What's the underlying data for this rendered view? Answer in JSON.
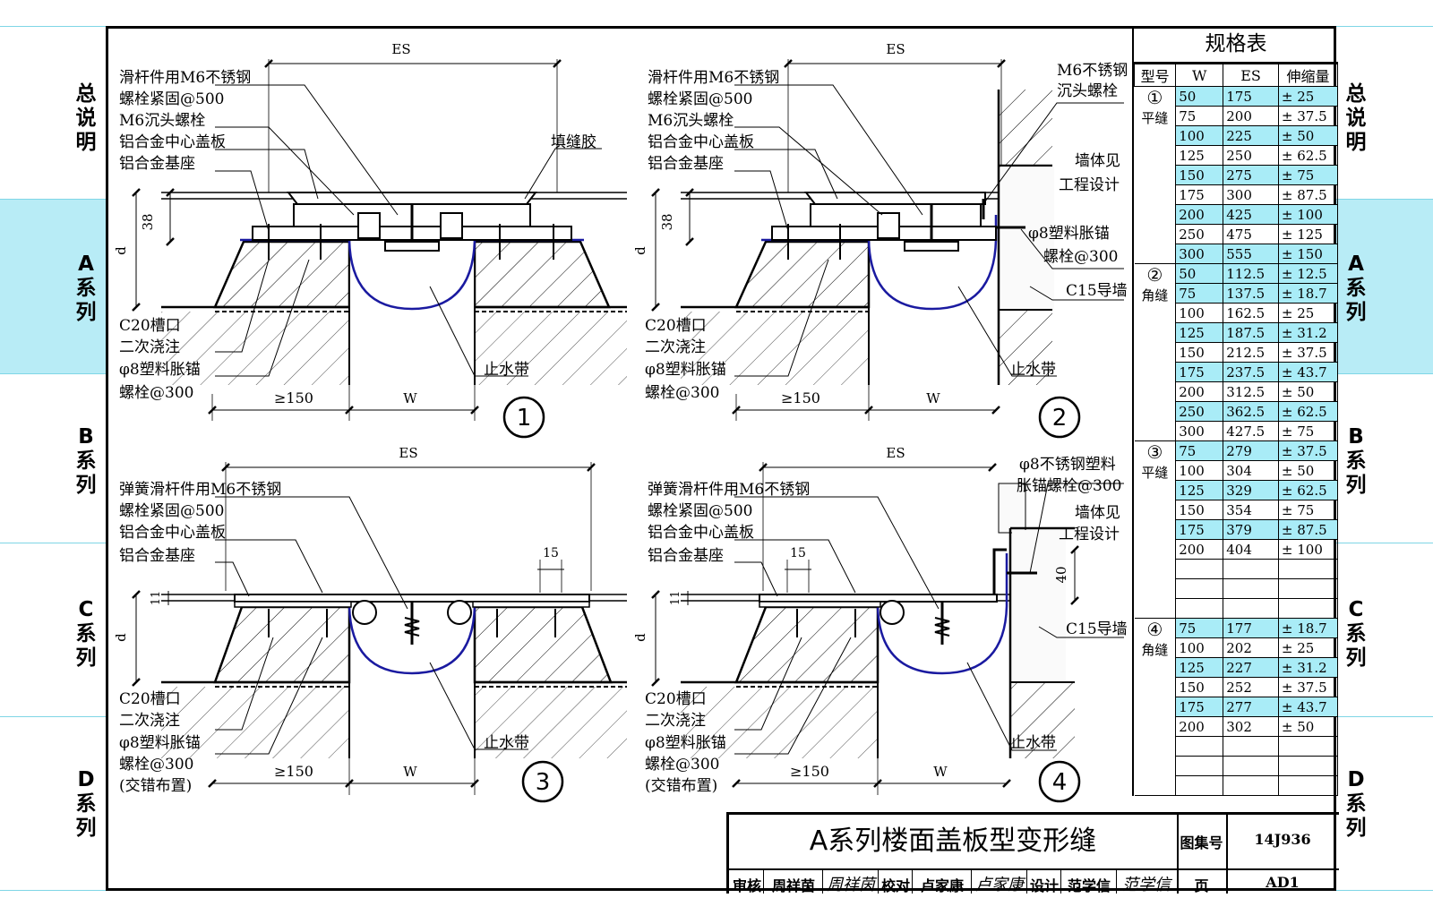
{
  "side_labels": {
    "left": [
      "总说明",
      "A系列",
      "B系列",
      "C系列",
      "D系列"
    ],
    "right": [
      "总说明",
      "A系列",
      "B系列",
      "C系列",
      "D系列"
    ]
  },
  "details": [
    {
      "number": "1",
      "dims": {
        "es": "ES",
        "h38": "38",
        "d": "d",
        "ge150": "≥150",
        "w": "W"
      },
      "labels": [
        "滑杆件用M6不锈钢",
        "螺栓紧固@500",
        "M6沉头螺栓",
        "铝合金中心盖板",
        "铝合金基座",
        "填缝胶",
        "C20槽口",
        "二次浇注",
        "φ8塑料胀锚",
        "螺栓@300",
        "止水带"
      ]
    },
    {
      "number": "2",
      "dims": {
        "es": "ES",
        "h38": "38",
        "d": "d",
        "ge150": "≥150",
        "w": "W"
      },
      "labels": [
        "滑杆件用M6不锈钢",
        "螺栓紧固@500",
        "M6沉头螺栓",
        "铝合金中心盖板",
        "铝合金基座",
        "M6不锈钢",
        "沉头螺栓",
        "墙体见",
        "工程设计",
        "φ8塑料胀锚",
        "螺栓@300",
        "C15导墙",
        "C20槽口",
        "二次浇注",
        "φ8塑料胀锚",
        "螺栓@300",
        "止水带"
      ]
    },
    {
      "number": "3",
      "dims": {
        "es": "ES",
        "h15": "15",
        "h11": "11",
        "d": "d",
        "ge150": "≥150",
        "w": "W"
      },
      "labels": [
        "弹簧滑杆件用M6不锈钢",
        "螺栓紧固@500",
        "铝合金中心盖板",
        "铝合金基座",
        "C20槽口",
        "二次浇注",
        "φ8塑料胀锚",
        "螺栓@300",
        "(交错布置)",
        "止水带"
      ]
    },
    {
      "number": "4",
      "dims": {
        "es": "ES",
        "h15": "15",
        "h11": "11",
        "d": "d",
        "h40": "40",
        "ge150": "≥150",
        "w": "W"
      },
      "labels": [
        "弹簧滑杆件用M6不锈钢",
        "螺栓紧固@500",
        "铝合金中心盖板",
        "铝合金基座",
        "φ8不锈钢塑料",
        "胀锚螺栓@300",
        "墙体见",
        "工程设计",
        "C15导墙",
        "C20槽口",
        "二次浇注",
        "φ8塑料胀锚",
        "螺栓@300",
        "(交错布置)",
        "止水带"
      ]
    }
  ],
  "spec_table": {
    "title": "规格表",
    "headers": [
      "型号",
      "W",
      "ES",
      "伸缩量"
    ],
    "groups": [
      {
        "num": "①",
        "name": "平缝",
        "rows": [
          {
            "w": "50",
            "es": "175",
            "exp": "± 25",
            "hl": true
          },
          {
            "w": "75",
            "es": "200",
            "exp": "± 37.5",
            "hl": false
          },
          {
            "w": "100",
            "es": "225",
            "exp": "± 50",
            "hl": true
          },
          {
            "w": "125",
            "es": "250",
            "exp": "± 62.5",
            "hl": false
          },
          {
            "w": "150",
            "es": "275",
            "exp": "± 75",
            "hl": true
          },
          {
            "w": "175",
            "es": "300",
            "exp": "± 87.5",
            "hl": false
          },
          {
            "w": "200",
            "es": "425",
            "exp": "± 100",
            "hl": true
          },
          {
            "w": "250",
            "es": "475",
            "exp": "± 125",
            "hl": false
          },
          {
            "w": "300",
            "es": "555",
            "exp": "± 150",
            "hl": true
          }
        ]
      },
      {
        "num": "②",
        "name": "角缝",
        "rows": [
          {
            "w": "50",
            "es": "112.5",
            "exp": "± 12.5",
            "hl": true
          },
          {
            "w": "75",
            "es": "137.5",
            "exp": "± 18.7",
            "hl": true
          },
          {
            "w": "100",
            "es": "162.5",
            "exp": "± 25",
            "hl": false
          },
          {
            "w": "125",
            "es": "187.5",
            "exp": "± 31.2",
            "hl": true
          },
          {
            "w": "150",
            "es": "212.5",
            "exp": "± 37.5",
            "hl": false
          },
          {
            "w": "175",
            "es": "237.5",
            "exp": "± 43.7",
            "hl": true
          },
          {
            "w": "200",
            "es": "312.5",
            "exp": "± 50",
            "hl": false
          },
          {
            "w": "250",
            "es": "362.5",
            "exp": "± 62.5",
            "hl": true
          },
          {
            "w": "300",
            "es": "427.5",
            "exp": "± 75",
            "hl": false
          }
        ]
      },
      {
        "num": "③",
        "name": "平缝",
        "rows": [
          {
            "w": "75",
            "es": "279",
            "exp": "± 37.5",
            "hl": true
          },
          {
            "w": "100",
            "es": "304",
            "exp": "± 50",
            "hl": false
          },
          {
            "w": "125",
            "es": "329",
            "exp": "± 62.5",
            "hl": true
          },
          {
            "w": "150",
            "es": "354",
            "exp": "± 75",
            "hl": false
          },
          {
            "w": "175",
            "es": "379",
            "exp": "± 87.5",
            "hl": true
          },
          {
            "w": "200",
            "es": "404",
            "exp": "± 100",
            "hl": false
          },
          {
            "w": "",
            "es": "",
            "exp": "",
            "hl": false
          },
          {
            "w": "",
            "es": "",
            "exp": "",
            "hl": false
          },
          {
            "w": "",
            "es": "",
            "exp": "",
            "hl": false
          }
        ]
      },
      {
        "num": "④",
        "name": "角缝",
        "rows": [
          {
            "w": "75",
            "es": "177",
            "exp": "± 18.7",
            "hl": true
          },
          {
            "w": "100",
            "es": "202",
            "exp": "± 25",
            "hl": false
          },
          {
            "w": "125",
            "es": "227",
            "exp": "± 31.2",
            "hl": true
          },
          {
            "w": "150",
            "es": "252",
            "exp": "± 37.5",
            "hl": false
          },
          {
            "w": "175",
            "es": "277",
            "exp": "± 43.7",
            "hl": true
          },
          {
            "w": "200",
            "es": "302",
            "exp": "± 50",
            "hl": false
          },
          {
            "w": "",
            "es": "",
            "exp": "",
            "hl": false
          },
          {
            "w": "",
            "es": "",
            "exp": "",
            "hl": false
          },
          {
            "w": "",
            "es": "",
            "exp": "",
            "hl": false
          }
        ]
      }
    ]
  },
  "title_block": {
    "title": "A系列楼面盖板型变形缝",
    "atlas_label": "图集号",
    "atlas_no": "14J936",
    "page_label": "页",
    "page_no": "AD1",
    "review_label": "审核",
    "reviewer": "周祥茵",
    "reviewer_sign": "周祥茵",
    "check_label": "校对",
    "checker": "卢家康",
    "checker_sign": "卢家康",
    "design_label": "设计",
    "designer": "范学信",
    "designer_sign": "范学信"
  },
  "colors": {
    "waterstop": "#1a1aa0",
    "highlight": "#a9ecf7",
    "band": "#b8ecf6"
  }
}
